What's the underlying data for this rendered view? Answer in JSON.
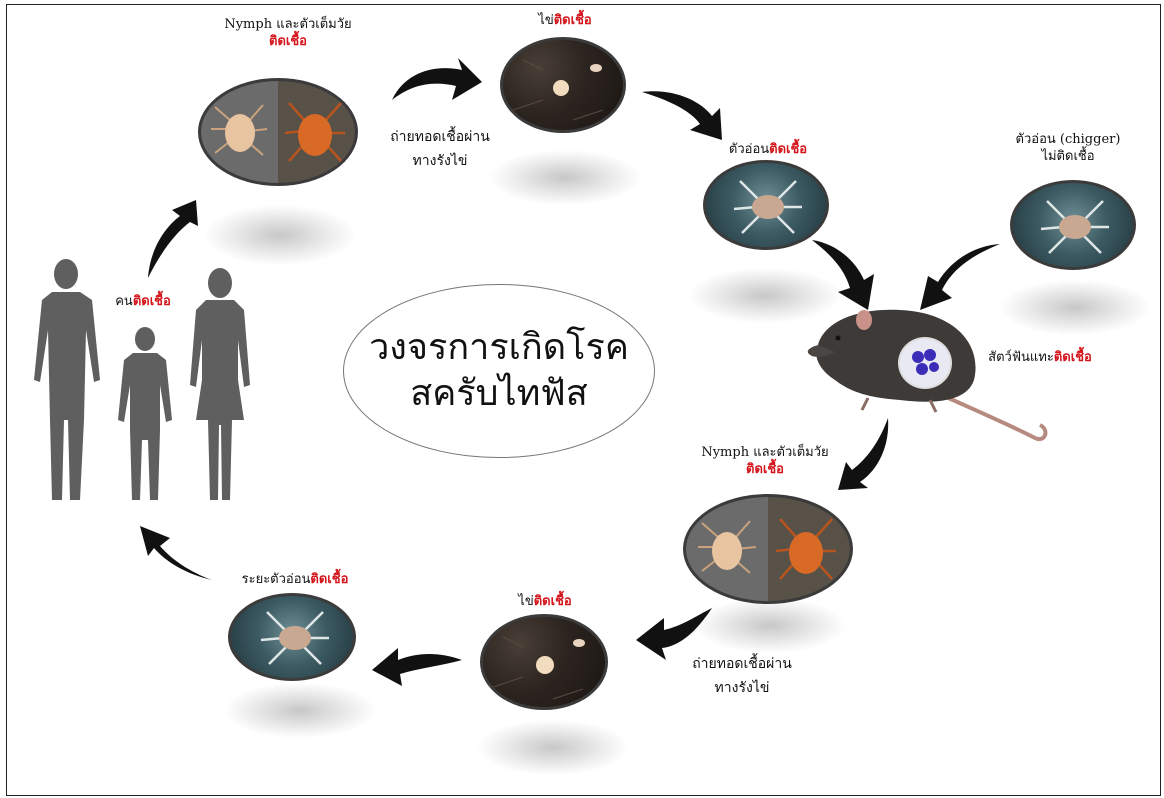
{
  "title": {
    "line1": "วงจรการเกิดโรค",
    "line2": "สครับไทฟัส"
  },
  "nodes": {
    "nymph_top": {
      "plain": "Nymph และตัวเต็มวัย",
      "red": "ติดเชื้อ"
    },
    "egg_top": {
      "plain": "ไข่",
      "red": "ติดเชื้อ"
    },
    "transmit_top": {
      "line1": "ถ่ายทอดเชื้อผ่าน",
      "line2": "ทางรังไข่"
    },
    "larva_top": {
      "plain": "ตัวอ่อน",
      "red": "ติดเชื้อ"
    },
    "chigger": {
      "line1": "ตัวอ่อน (chigger)",
      "line2": "ไม่ติดเชื้อ"
    },
    "rodent": {
      "plain": "สัตว์ฟันแทะ",
      "red": "ติดเชื้อ"
    },
    "nymph_bottom": {
      "plain": "Nymph และตัวเต็มวัย",
      "red": "ติดเชื้อ"
    },
    "egg_bottom": {
      "plain": "ไข่",
      "red": "ติดเชื้อ"
    },
    "transmit_bottom": {
      "line1": "ถ่ายทอดเชื้อผ่าน",
      "line2": "ทางรังไข่"
    },
    "larva_bottom": {
      "plain": "ระยะตัวอ่อน",
      "red": "ติดเชื้อ"
    },
    "human": {
      "plain": "คน",
      "red": "ติดเชื้อ"
    }
  },
  "colors": {
    "highlight": "#d4151b",
    "text": "#111111",
    "arrow": "#111111",
    "silhouette": "#5f5f5f"
  },
  "icons": [
    "mite-icon",
    "egg-icon",
    "larva-icon",
    "rat-icon",
    "bacteria-cell-icon",
    "human-silhouette-icon",
    "curved-arrow-icon"
  ]
}
